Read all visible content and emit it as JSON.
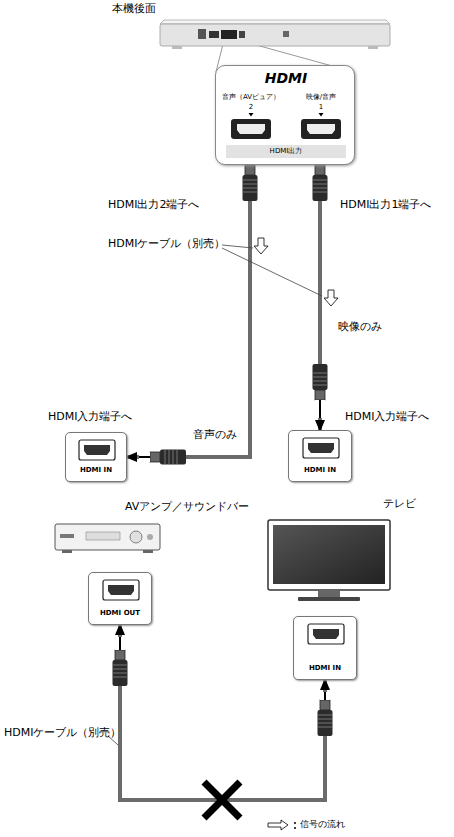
{
  "diagram": {
    "nodes": [
      {
        "text": [
          "本機後面"
        ]
      },
      {
        "text": [
          "HDMI",
          "音声（AVピュア）",
          "映像/音声",
          "2",
          "1",
          "HDMI出力"
        ]
      },
      {
        "text": [
          "HDMI IN"
        ]
      },
      {
        "text": [
          "HDMI IN"
        ]
      },
      {
        "text": [
          "AVアンプ／サウンドバー"
        ]
      },
      {
        "text": [
          "テレビ"
        ]
      },
      {
        "text": [
          "HDMI OUT"
        ]
      },
      {
        "text": [
          "HDMI IN"
        ]
      }
    ],
    "edges": [
      {
        "from": 1,
        "to": 2,
        "arrow": "to",
        "label": "音声のみ"
      },
      {
        "from": 1,
        "to": 3,
        "arrow": "to",
        "label": "映像のみ"
      },
      {
        "from": 6,
        "to": 7,
        "arrow": "both"
      }
    ],
    "labels": [
      "HDMI出力2端子へ",
      "HDMI出力1端子へ",
      "HDMIケーブル（別売）",
      "HDMI入力端子へ",
      "HDMI入力端子へ",
      "HDMIケーブル（別売）"
    ],
    "legend": [
      {
        "text": "信号の流れ"
      }
    ]
  }
}
